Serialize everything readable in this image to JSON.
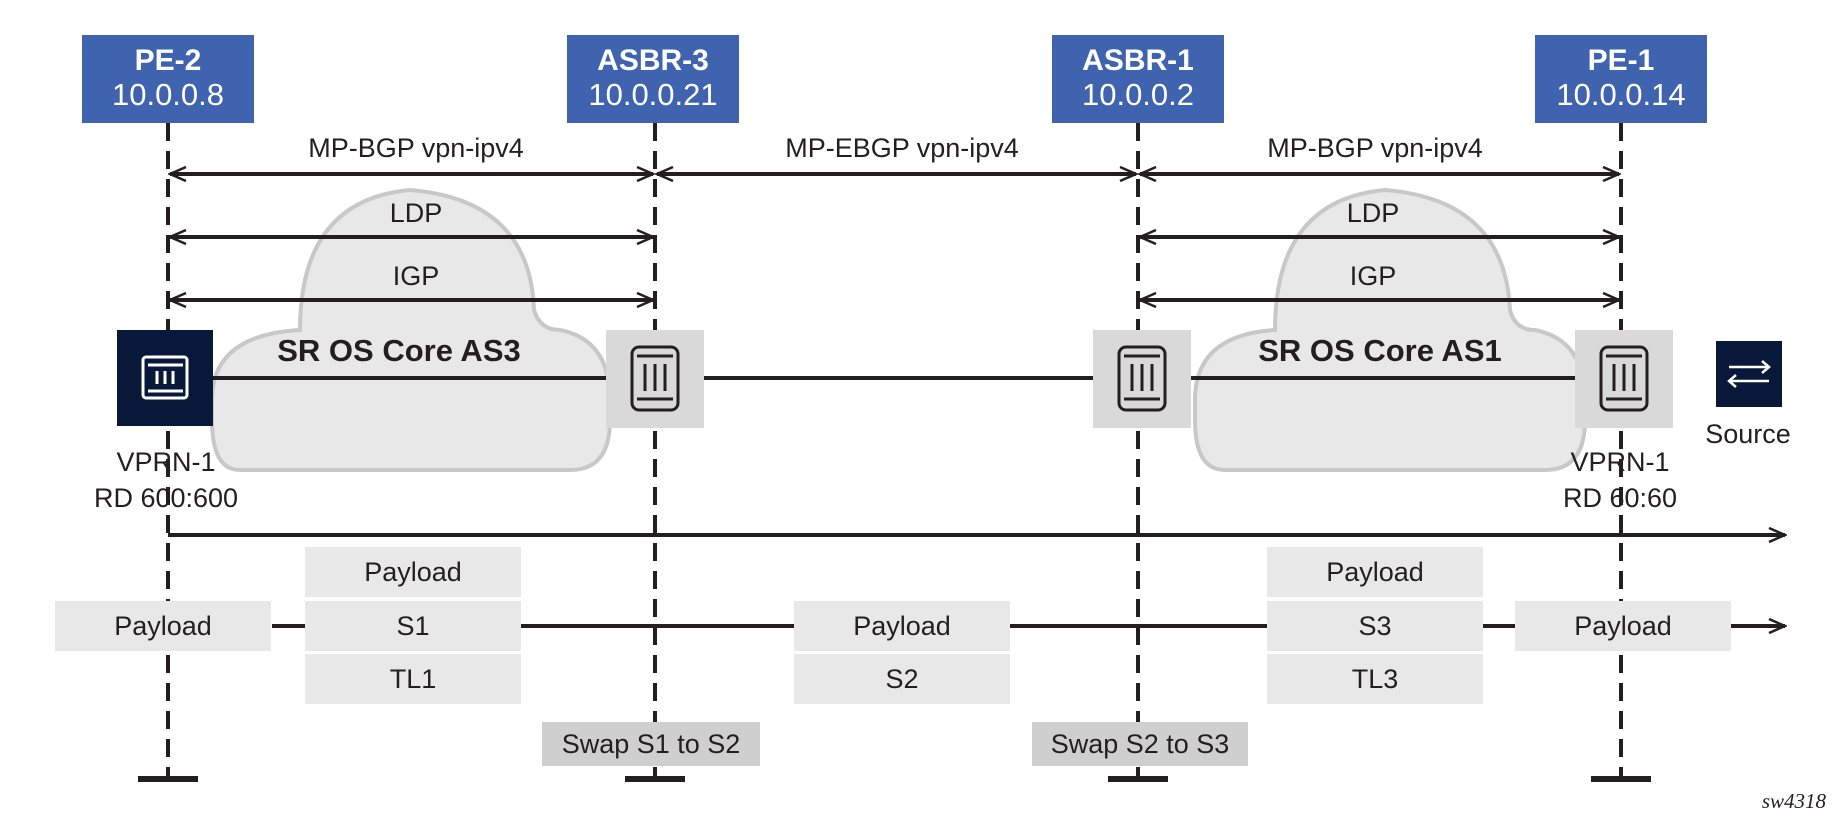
{
  "nodes": [
    {
      "name": "PE-2",
      "ip": "10.0.0.8"
    },
    {
      "name": "ASBR-3",
      "ip": "10.0.0.21"
    },
    {
      "name": "ASBR-1",
      "ip": "10.0.0.2"
    },
    {
      "name": "PE-1",
      "ip": "10.0.0.14"
    }
  ],
  "sessions": {
    "left_bgp": "MP-BGP vpn-ipv4",
    "middle_ebgp": "MP-EBGP vpn-ipv4",
    "right_bgp": "MP-BGP vpn-ipv4",
    "left_ldp": "LDP",
    "left_igp": "IGP",
    "right_ldp": "LDP",
    "right_igp": "IGP"
  },
  "clouds": {
    "left": "SR OS Core AS3",
    "right": "SR OS Core AS1"
  },
  "vprn": {
    "left": {
      "name": "VPRN-1",
      "rd": "RD 600:600"
    },
    "right": {
      "name": "VPRN-1",
      "rd": "RD 60:60"
    }
  },
  "source_label": "Source",
  "stacks": {
    "pe2": [
      "Payload"
    ],
    "as3": [
      "Payload",
      "S1",
      "TL1"
    ],
    "inter_as": [
      "Payload",
      "S2"
    ],
    "as1": [
      "Payload",
      "S3",
      "TL3"
    ],
    "pe1": [
      "Payload"
    ]
  },
  "swaps": {
    "asbr3": "Swap S1 to S2",
    "asbr1": "Swap S2 to S3"
  },
  "figure_id": "sw4318",
  "colors": {
    "node_blue": "#3f63ae",
    "pe2_router_navy": "#071838",
    "router_gray": "#d9d9d9",
    "cloud_fill": "#e8e8e8",
    "cloud_stroke": "#c8c8c8",
    "cell_fill": "#e8e8e8",
    "swap_fill": "#cfcfcf"
  }
}
